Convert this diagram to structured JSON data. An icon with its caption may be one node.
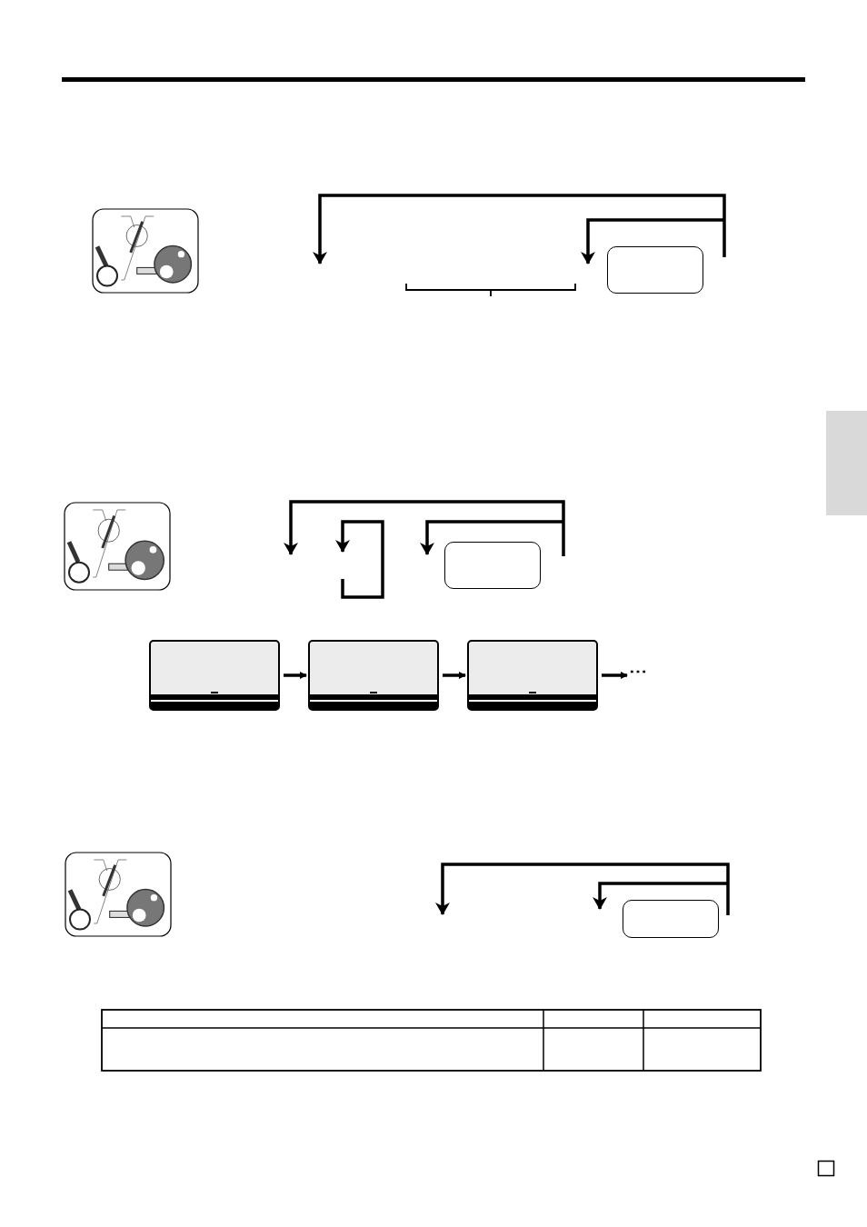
{
  "diagram": {
    "nodes": [
      {
        "text": [],
        "shape": "box"
      },
      {
        "text": [],
        "shape": "bar"
      },
      {
        "text": [],
        "shape": "box"
      },
      {
        "text": [],
        "shape": "display"
      },
      {
        "text": [],
        "shape": "display"
      },
      {
        "text": [],
        "shape": "display"
      },
      {
        "text": [
          "⋯"
        ]
      },
      {
        "text": [],
        "shape": "box"
      }
    ],
    "edges": [
      {
        "from": 3,
        "to": 4,
        "arrow": "to"
      },
      {
        "from": 4,
        "to": 5,
        "arrow": "to"
      },
      {
        "from": 5,
        "to": 6,
        "arrow": "to"
      }
    ]
  }
}
